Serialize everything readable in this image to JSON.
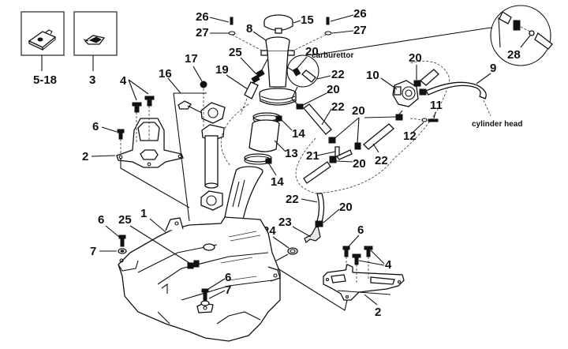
{
  "diagram": {
    "title": "Fuel tank assembly exploded view",
    "inset_boxes": [
      {
        "id": "clip-5-18",
        "label": "5-18",
        "icon": "spring-clip-nut"
      },
      {
        "id": "clip-3",
        "label": "3",
        "icon": "speed-nut"
      }
    ],
    "callouts": [
      {
        "part": "26",
        "ref": "screw-left"
      },
      {
        "part": "27",
        "ref": "washer-left"
      },
      {
        "part": "8",
        "ref": "filler-neck"
      },
      {
        "part": "15",
        "ref": "filler-cap"
      },
      {
        "part": "26",
        "ref": "screw-right"
      },
      {
        "part": "27",
        "ref": "washer-right"
      },
      {
        "part": "17",
        "ref": "nut"
      },
      {
        "part": "16",
        "ref": "fuel-level-sender"
      },
      {
        "part": "25",
        "ref": "clamp-upper"
      },
      {
        "part": "19",
        "ref": "vent-hose"
      },
      {
        "part": "20",
        "ref": "clip-carb"
      },
      {
        "part": "22",
        "ref": "hose-carb"
      },
      {
        "part": "20",
        "ref": "clip-a"
      },
      {
        "part": "22",
        "ref": "hose-b"
      },
      {
        "part": "20",
        "ref": "clip-pump-top"
      },
      {
        "part": "10",
        "ref": "fuel-pump"
      },
      {
        "part": "9",
        "ref": "vacuum-hose"
      },
      {
        "part": "11",
        "ref": "pump-screw"
      },
      {
        "part": "12",
        "ref": "pump-washer"
      },
      {
        "part": "4",
        "ref": "bracket-screws-left"
      },
      {
        "part": "6",
        "ref": "bolt-left-bracket"
      },
      {
        "part": "2",
        "ref": "bracket-left"
      },
      {
        "part": "14",
        "ref": "hose-clamp-upper"
      },
      {
        "part": "13",
        "ref": "filler-sleeve"
      },
      {
        "part": "14",
        "ref": "hose-clamp-lower"
      },
      {
        "part": "20",
        "ref": "clips-mid"
      },
      {
        "part": "21",
        "ref": "t-fitting"
      },
      {
        "part": "20",
        "ref": "clip-t"
      },
      {
        "part": "22",
        "ref": "hose-c"
      },
      {
        "part": "22",
        "ref": "hose-d"
      },
      {
        "part": "20",
        "ref": "clip-tap"
      },
      {
        "part": "23",
        "ref": "fuel-tap"
      },
      {
        "part": "24",
        "ref": "tap-clamp"
      },
      {
        "part": "1",
        "ref": "fuel-tank"
      },
      {
        "part": "25",
        "ref": "clamp-lower"
      },
      {
        "part": "6",
        "ref": "bolt-tank-left"
      },
      {
        "part": "7",
        "ref": "washer-tank-left"
      },
      {
        "part": "6",
        "ref": "bolt-tank-front"
      },
      {
        "part": "7",
        "ref": "washer-tank-front"
      },
      {
        "part": "6",
        "ref": "bolt-right-bracket"
      },
      {
        "part": "4",
        "ref": "bracket-screws-right"
      },
      {
        "part": "2",
        "ref": "bracket-right"
      },
      {
        "part": "28",
        "ref": "filter"
      }
    ],
    "notes": {
      "carburettor": "carburettor",
      "cylinder_head": "cylinder head"
    }
  }
}
